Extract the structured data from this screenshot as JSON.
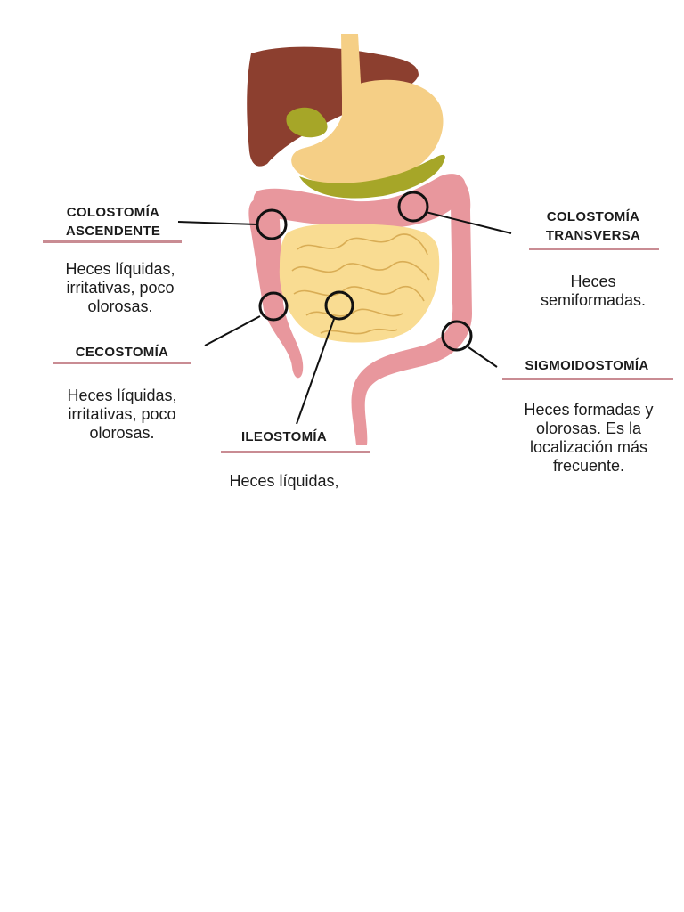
{
  "colors": {
    "liver": "#8c3f2f",
    "stomach": "#f5cf86",
    "small_intestine": "#f9dc92",
    "colon": "#e8979d",
    "gallbladder": "#a6a628",
    "underline": "#c98c93"
  },
  "labels": {
    "colostomia_ascendente": {
      "title_line1": "COLOSTOMÍA",
      "title_line2": "ASCENDENTE",
      "desc_line1": "Heces líquidas,",
      "desc_line2": "irritativas, poco",
      "desc_line3": "olorosas."
    },
    "cecostomia": {
      "title": "CECOSTOMÍA",
      "desc_line1": "Heces líquidas,",
      "desc_line2": "irritativas, poco",
      "desc_line3": "olorosas."
    },
    "ileostomia": {
      "title": "ILEOSTOMÍA",
      "desc_line1": "Heces líquidas,"
    },
    "colostomia_transversa": {
      "title_line1": "COLOSTOMÍA",
      "title_line2": "TRANSVERSA",
      "desc_line1": "Heces",
      "desc_line2": "semiformadas."
    },
    "sigmoidostomia": {
      "title": "SIGMOIDOSTOMÍA",
      "desc_line1": "Heces formadas y",
      "desc_line2": "olorosas. Es la",
      "desc_line3": "localización más",
      "desc_line4": "frecuente."
    }
  }
}
